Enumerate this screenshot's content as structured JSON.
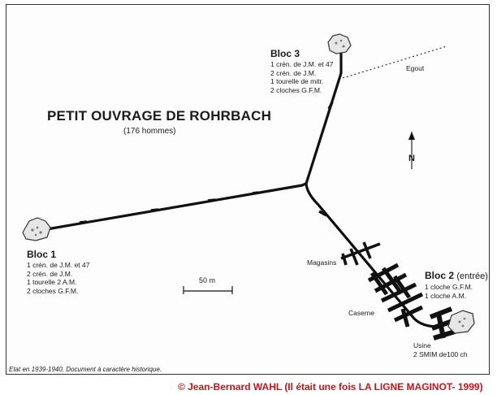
{
  "title": "PETIT OUVRAGE DE ROHRBACH",
  "subtitle": "(176 hommes)",
  "bloc1": {
    "name": "Bloc 1",
    "lines": [
      "1 crén. de J.M. et 47",
      "2 crén. de J.M.",
      "1 tourelle 2 A.M.",
      "2 cloches G.F.M."
    ]
  },
  "bloc2": {
    "name": "Bloc 2",
    "suffix": "(entrée)",
    "lines": [
      "1 cloche G.F.M.",
      "1 cloche A.M."
    ]
  },
  "bloc3": {
    "name": "Bloc 3",
    "lines": [
      "1 crén. de J.M. et 47",
      "2 crén. de J.M.",
      "1 tourelle de mitr.",
      "2 cloches G.F.M."
    ]
  },
  "labels": {
    "egout": "Egout",
    "magasins": "Magasins",
    "caserne": "Caserne",
    "usine": "Usine",
    "usine_detail": "2 SMIM de100 ch"
  },
  "scale": {
    "label": "50 m"
  },
  "north": {
    "label": "N"
  },
  "note": "Etat en 1939-1940. Document à caractère historique.",
  "copyright": "© Jean-Bernard WAHL (Il était une fois LA LIGNE MAGINOT- 1999)"
}
